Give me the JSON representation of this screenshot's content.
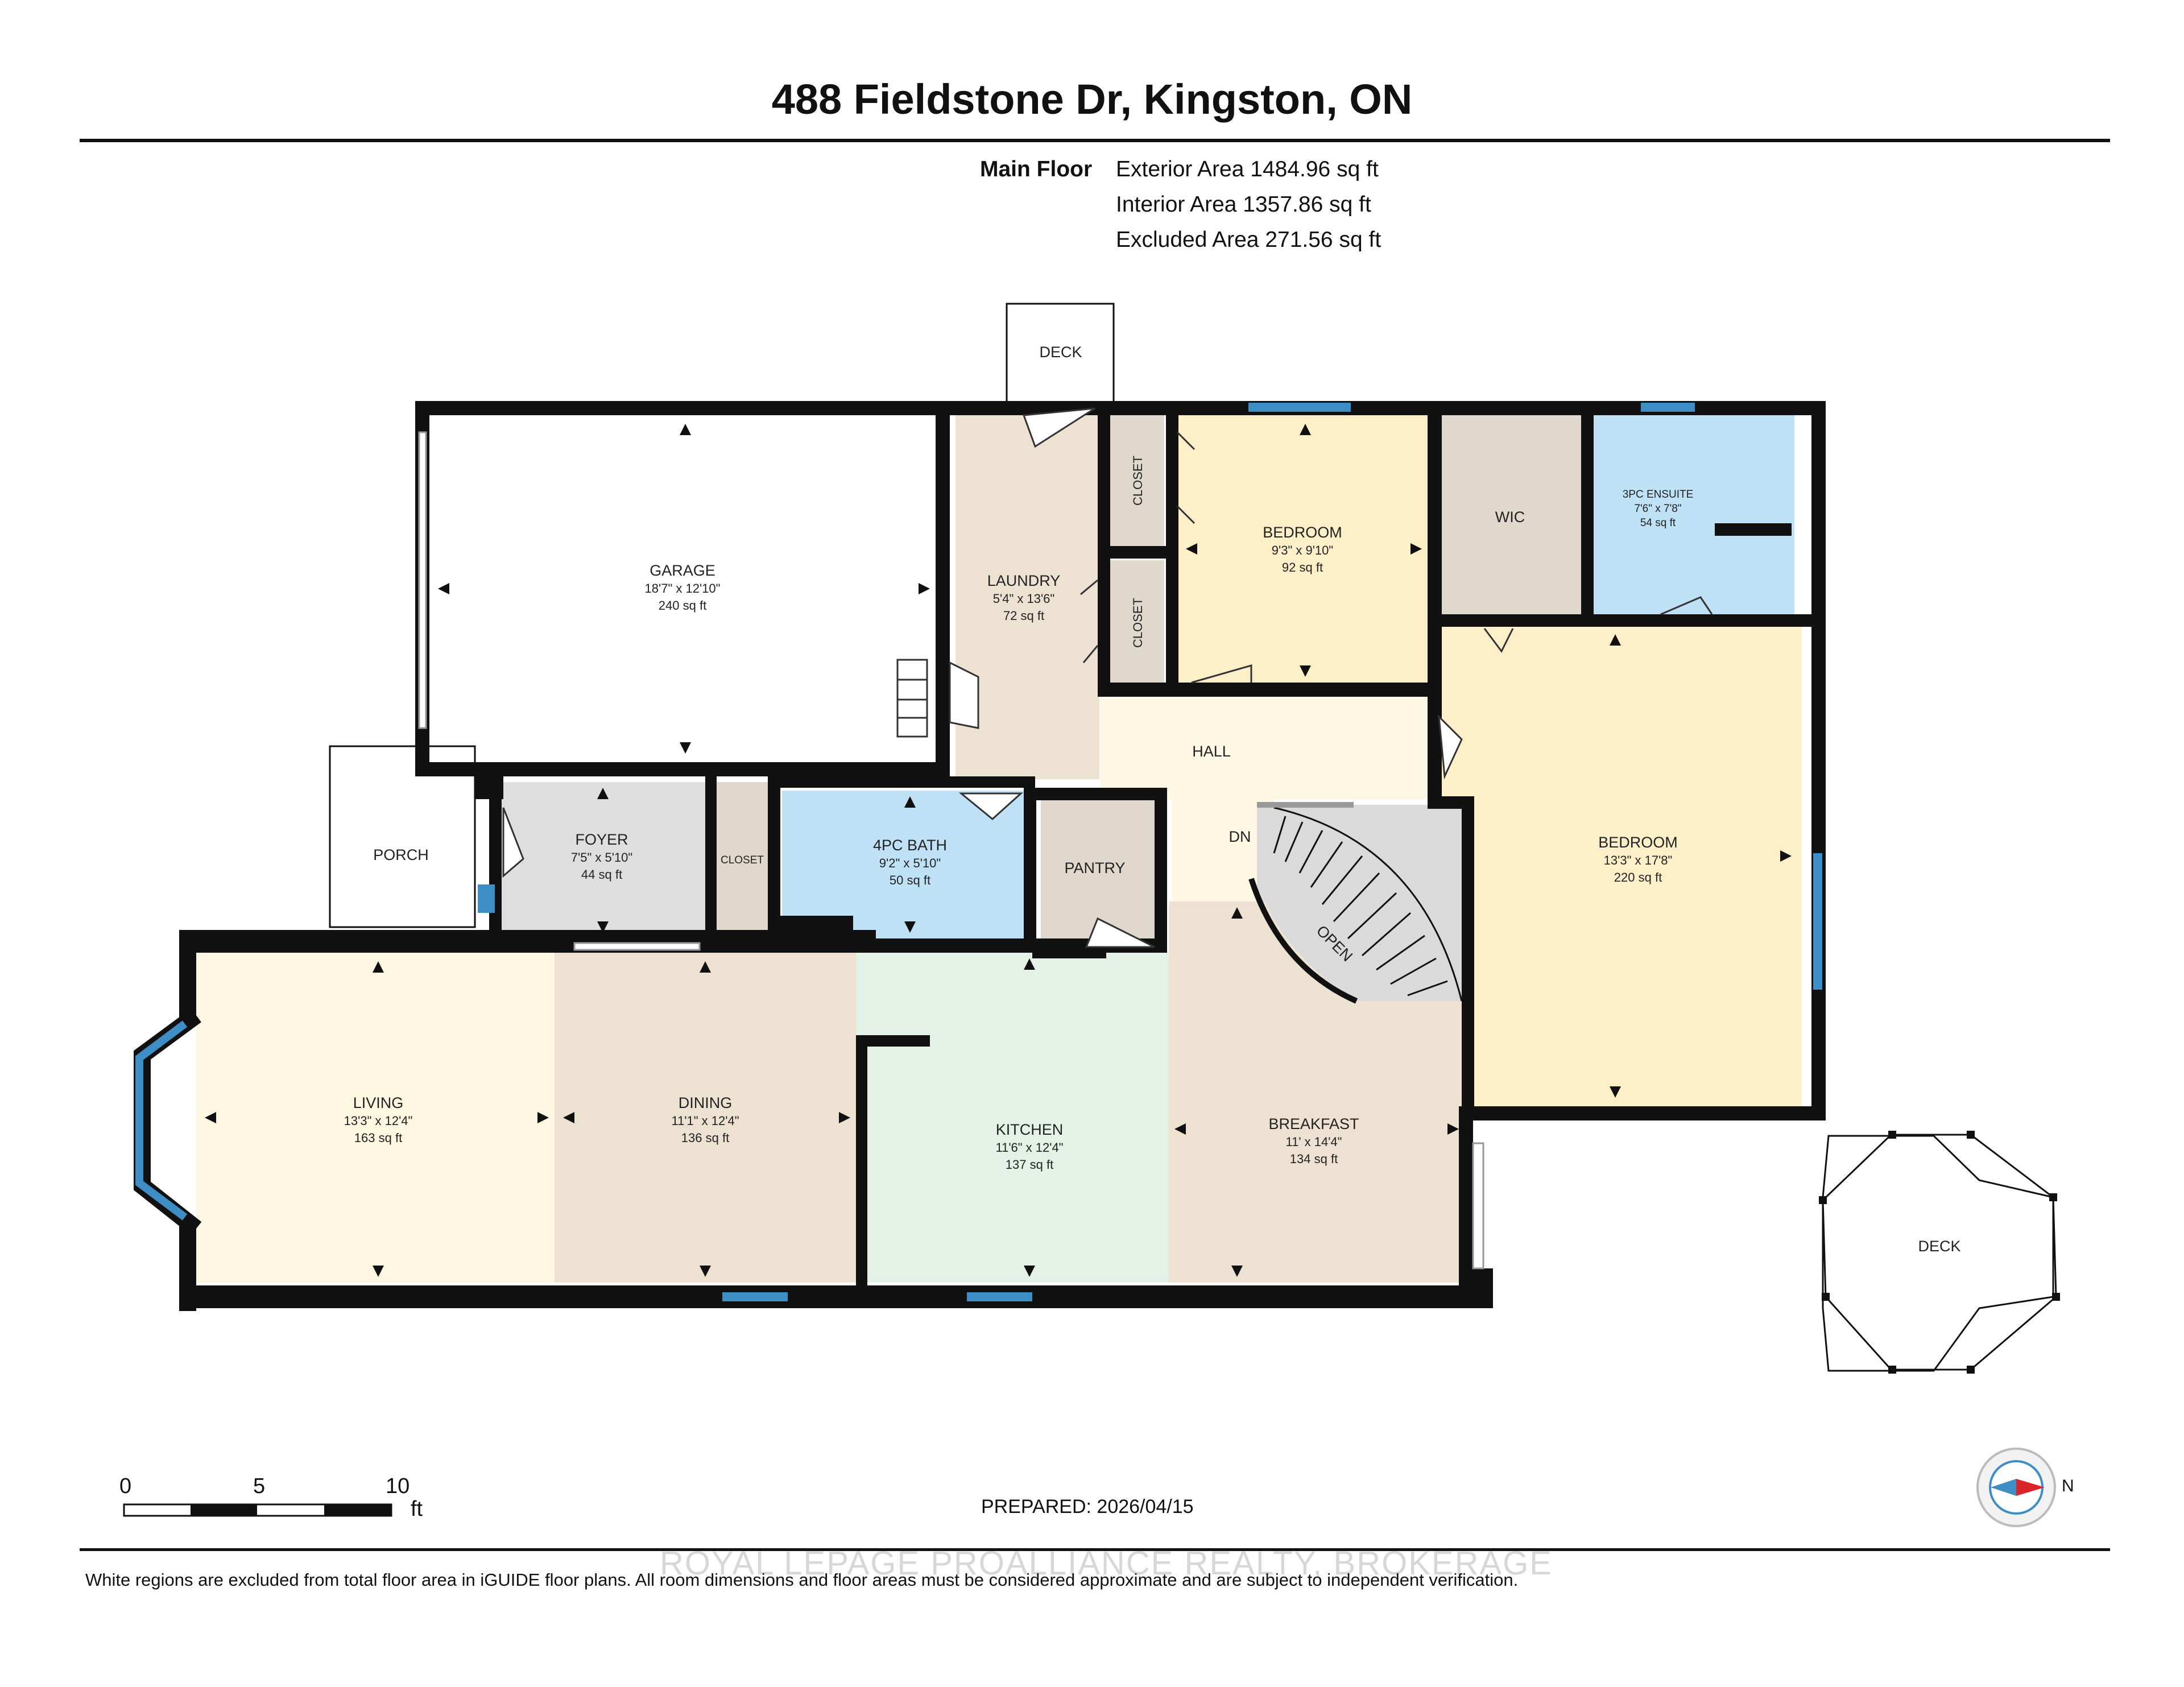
{
  "header": {
    "title": "488 Fieldstone Dr, Kingston, ON"
  },
  "floor_info": {
    "floor_label": "Main Floor",
    "exterior_area": "Exterior Area 1484.96 sq ft",
    "interior_area": "Interior Area 1357.86 sq ft",
    "excluded_area": "Excluded Area 271.56 sq ft"
  },
  "rooms": {
    "garage": {
      "name": "GARAGE",
      "dims": "18'7\" x 12'10\"",
      "area": "240 sq ft"
    },
    "laundry": {
      "name": "LAUNDRY",
      "dims": "5'4\" x 13'6\"",
      "area": "72 sq ft"
    },
    "bedroom1": {
      "name": "BEDROOM",
      "dims": "9'3\" x 9'10\"",
      "area": "92 sq ft"
    },
    "ensuite": {
      "name": "3PC ENSUITE",
      "dims": "7'6\" x 7'8\"",
      "area": "54 sq ft"
    },
    "bedroom2": {
      "name": "BEDROOM",
      "dims": "13'3\" x 17'8\"",
      "area": "220 sq ft"
    },
    "foyer": {
      "name": "FOYER",
      "dims": "7'5\" x 5'10\"",
      "area": "44 sq ft"
    },
    "bath": {
      "name": "4PC BATH",
      "dims": "9'2\" x 5'10\"",
      "area": "50 sq ft"
    },
    "living": {
      "name": "LIVING",
      "dims": "13'3\" x 12'4\"",
      "area": "163 sq ft"
    },
    "dining": {
      "name": "DINING",
      "dims": "11'1\" x 12'4\"",
      "area": "136 sq ft"
    },
    "kitchen": {
      "name": "KITCHEN",
      "dims": "11'6\" x 12'4\"",
      "area": "137 sq ft"
    },
    "breakfast": {
      "name": "BREAKFAST",
      "dims": "11' x 14'4\"",
      "area": "134 sq ft"
    }
  },
  "labels": {
    "deck_top": "DECK",
    "deck_right": "DECK",
    "porch": "PORCH",
    "closet_a": "CLOSET",
    "closet_b": "CLOSET",
    "closet_c": "CLOSET",
    "wic": "WIC",
    "hall": "HALL",
    "pantry": "PANTRY",
    "dn": "DN",
    "open": "OPEN"
  },
  "scale": {
    "tick_0": "0",
    "tick_5": "5",
    "tick_10": "10",
    "unit": "ft"
  },
  "compass": {
    "label": "N"
  },
  "prepared": "PREPARED: 2026/04/15",
  "watermark": "ROYAL LEPAGE PROALLIANCE REALTY, BROKERAGE",
  "footer_note": "White regions are excluded from total floor area in iGUIDE floor plans. All room dimensions and floor areas must be considered approximate and are subject to independent verification.",
  "colors": {
    "wall": "#111111",
    "bedroom": "#fdf0c9",
    "bath": "#bfe1f6",
    "closet": "#e0d8cd",
    "foyer": "#dedede",
    "living": "#fdf6e1",
    "dining": "#ede2d2",
    "kitchen": "#e3f1e6",
    "hall": "#fdf7e3",
    "window": "#3d8ec4"
  }
}
